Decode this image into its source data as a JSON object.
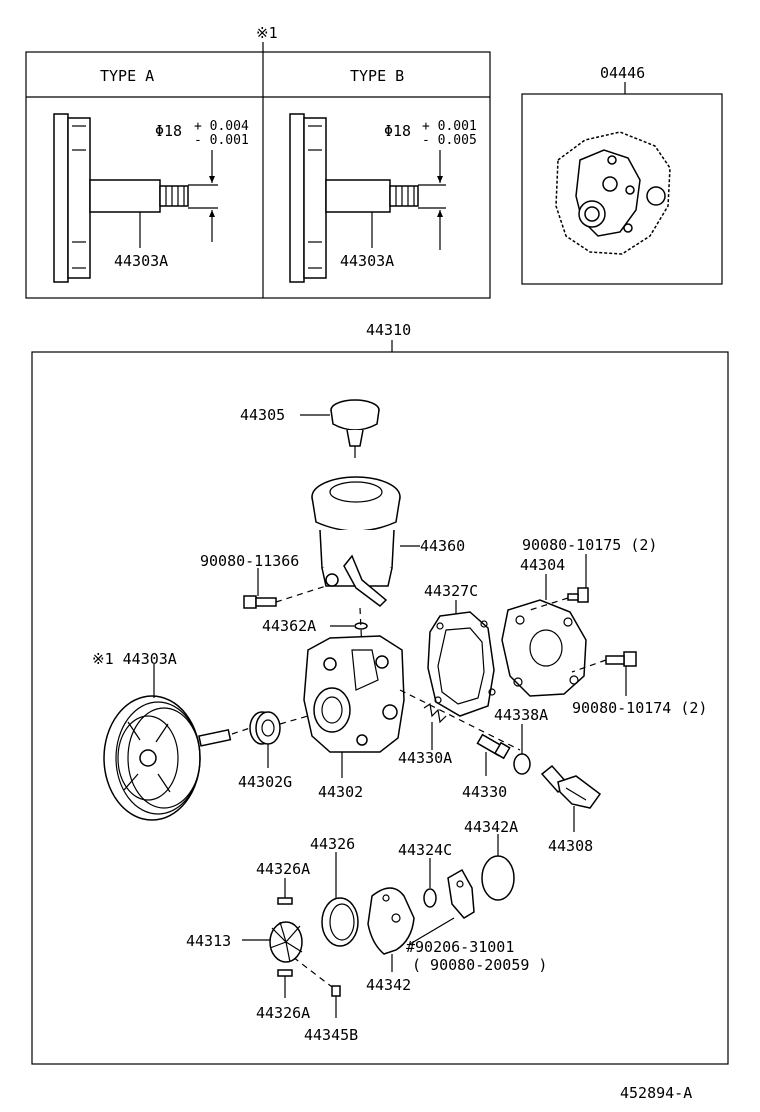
{
  "note_mark": "※1",
  "type_box": {
    "type_a": {
      "header": "TYPE  A",
      "dim_prefix": "Φ18",
      "tol_upper": "+ 0.004",
      "tol_lower": "- 0.001",
      "part_no": "44303A"
    },
    "type_b": {
      "header": "TYPE  B",
      "dim_prefix": "Φ18",
      "tol_upper": "+ 0.001",
      "tol_lower": "- 0.005",
      "part_no": "44303A"
    }
  },
  "kit_box": {
    "part_no": "04446"
  },
  "main_box": {
    "part_no": "44310"
  },
  "callouts": {
    "cap": "44305",
    "reservoir": "44360",
    "bolt_reservoir": "90080-11366",
    "bolt_cover_top": "90080-10175 (2)",
    "cover_plate": "44304",
    "cover_gasket": "44327C",
    "reservoir_oring": "44362A",
    "pulley_shaft": "※1 44303A",
    "bolt_cover_side": "90080-10174 (2)",
    "shaft_oil_seal": "44302G",
    "pump_housing": "44302",
    "spring": "44330A",
    "flow_valve": "44330",
    "union_oring": "44338A",
    "union_fitting": "44308",
    "cam_ring_seal": "44326",
    "pin_top": "44326A",
    "rotor": "44313",
    "pin_bottom": "44326A",
    "vane": "44345B",
    "cam_ring": "44342",
    "small_oring": "44324C",
    "cam_oring": "44342A",
    "side_plate_line1": "#90206-31001",
    "side_plate_line2": "( 90080-20059 )"
  },
  "illustration_code": "452894-A"
}
